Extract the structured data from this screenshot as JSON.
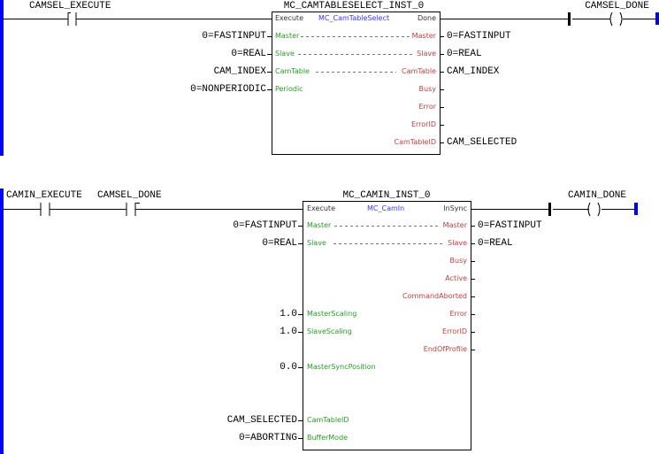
{
  "rung1": {
    "contacts": [
      "CAMSEL_EXECUTE"
    ],
    "block": {
      "instance": "MC_CAMTABLESELECT_INST_0",
      "type": "MC_CamTableSelect",
      "inputs": [
        "Execute",
        "Master",
        "Slave",
        "CamTable",
        "Periodic"
      ],
      "outputs": [
        "Done",
        "Master",
        "Slave",
        "CamTable",
        "Busy",
        "Error",
        "ErrorID",
        "CamTableID"
      ],
      "input_vars": [
        "0=FASTINPUT",
        "0=REAL",
        "CAM_INDEX",
        "0=NONPERIODIC"
      ],
      "output_vars": [
        "0=FASTINPUT",
        "0=REAL",
        "CAM_INDEX",
        "CAM_SELECTED"
      ]
    },
    "coil": "CAMSEL_DONE"
  },
  "rung2": {
    "contacts": [
      "CAMIN_EXECUTE",
      "CAMSEL_DONE"
    ],
    "block": {
      "instance": "MC_CAMIN_INST_0",
      "type": "MC_CamIn",
      "inputs": [
        "Execute",
        "Master",
        "Slave",
        "MasterScaling",
        "SlaveScaling",
        "MasterSyncPosition",
        "CamTableID",
        "BufferMode"
      ],
      "outputs": [
        "InSync",
        "Master",
        "Slave",
        "Busy",
        "Active",
        "CommandAborted",
        "Error",
        "ErrorID",
        "EndOfProfile"
      ],
      "input_vars": [
        "0=FASTINPUT",
        "0=REAL",
        "1.0",
        "1.0",
        "0.0",
        "CAM_SELECTED",
        "0=ABORTING"
      ],
      "output_vars": [
        "0=FASTINPUT",
        "0=REAL"
      ]
    },
    "coil": "CAMIN_DONE"
  },
  "colors": {
    "rail": "#0000ff",
    "input_pin": "#2a9a2a",
    "output_pin": "#b84040",
    "fb_type": "#3a3af0"
  }
}
